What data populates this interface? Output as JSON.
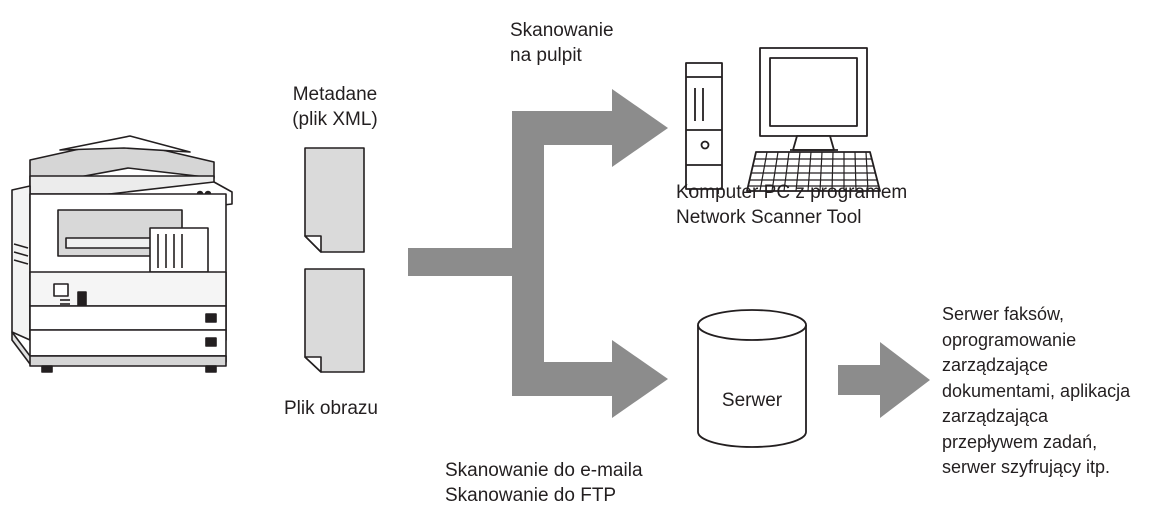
{
  "labels": {
    "metadata": [
      "Metadane",
      "(plik XML)"
    ],
    "image_file": "Plik obrazu",
    "scan_to_desktop": [
      "Skanowanie",
      "na pulpit"
    ],
    "pc": [
      "Komputer PC z programem",
      "Network Scanner Tool"
    ],
    "server": "Serwer",
    "scan_to_email_ftp": [
      "Skanowanie do e-maila",
      "Skanowanie do FTP"
    ],
    "destinations": [
      "Serwer faksów,",
      "oprogramowanie",
      "zarządzające",
      "dokumentami, aplikacja",
      "zarządzająca",
      "przepływem zadań,",
      "serwer szyfrujący itp."
    ]
  },
  "colors": {
    "arrow": "#8c8c8c",
    "paper": "#dadada",
    "stroke": "#231f20"
  },
  "icons": {
    "copier": "multifunction-printer-icon",
    "metadata_doc": "document-icon",
    "image_doc": "document-icon",
    "computer": "desktop-computer-icon",
    "server": "database-cylinder-icon"
  }
}
